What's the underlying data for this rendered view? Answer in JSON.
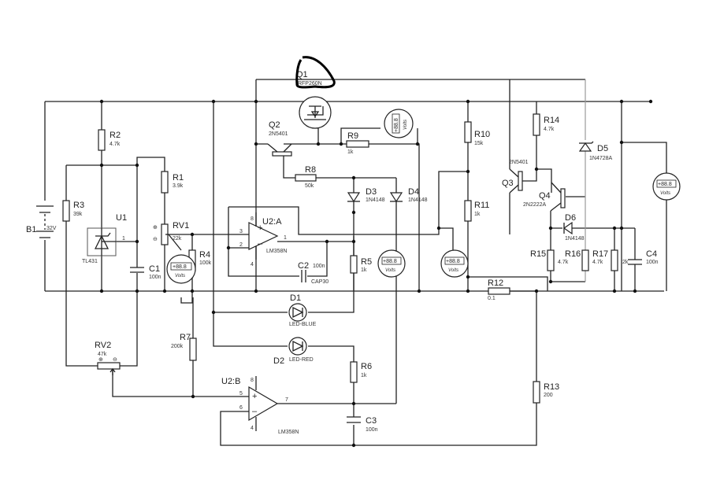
{
  "components": {
    "B1": {
      "ref": "B1",
      "value": "32V"
    },
    "R1": {
      "ref": "R1",
      "value": "3.9k"
    },
    "R2": {
      "ref": "R2",
      "value": "4.7k"
    },
    "R3": {
      "ref": "R3",
      "value": "39k"
    },
    "R4": {
      "ref": "R4",
      "value": "100k"
    },
    "R5": {
      "ref": "R5",
      "value": "1k"
    },
    "R6": {
      "ref": "R6",
      "value": "1k"
    },
    "R7": {
      "ref": "R7",
      "value": "200k"
    },
    "R8": {
      "ref": "R8",
      "value": "50k"
    },
    "R9": {
      "ref": "R9",
      "value": "1k"
    },
    "R10": {
      "ref": "R10",
      "value": "15k"
    },
    "R11": {
      "ref": "R11",
      "value": "1k"
    },
    "R12": {
      "ref": "R12",
      "value": "0.1"
    },
    "R13": {
      "ref": "R13",
      "value": "200"
    },
    "R14": {
      "ref": "R14",
      "value": "4.7k"
    },
    "R15": {
      "ref": "R15",
      "value": "4.7k"
    },
    "R16": {
      "ref": "R16",
      "value": "4.7k"
    },
    "R17": {
      "ref": "R17",
      "value": "2k"
    },
    "RV1": {
      "ref": "RV1",
      "value": "22k"
    },
    "RV2": {
      "ref": "RV2",
      "value": "47k"
    },
    "U1": {
      "ref": "U1",
      "value": "TL431"
    },
    "U2A": {
      "ref": "U2:A",
      "value": "LM358N"
    },
    "U2B": {
      "ref": "U2:B",
      "value": "LM358N"
    },
    "C1": {
      "ref": "C1",
      "value": "100n"
    },
    "C2": {
      "ref": "C2",
      "value": "100n",
      "model": "CAP30"
    },
    "C3": {
      "ref": "C3",
      "value": "100n"
    },
    "C4": {
      "ref": "C4",
      "value": "100n"
    },
    "D1": {
      "ref": "D1",
      "value": "LED-BLUE"
    },
    "D2": {
      "ref": "D2",
      "value": "LED-RED"
    },
    "D3": {
      "ref": "D3",
      "value": "1N4148"
    },
    "D4": {
      "ref": "D4",
      "value": "1N4148"
    },
    "D5": {
      "ref": "D5",
      "value": "1N4728A"
    },
    "D6": {
      "ref": "D6",
      "value": "1N4148"
    },
    "Q1": {
      "ref": "Q1",
      "value": "IRFP260N"
    },
    "Q2": {
      "ref": "Q2",
      "value": "2N5401"
    },
    "Q3": {
      "ref": "Q3",
      "value": "2N5401"
    },
    "Q4": {
      "ref": "Q4",
      "value": "2N2222A"
    }
  },
  "pins": {
    "p1": "1",
    "p2": "2",
    "p3": "3",
    "p4": "4",
    "p5": "5",
    "p6": "6",
    "p7": "7",
    "p8": "8"
  },
  "meter": {
    "reading": "+88.8",
    "unit": "Volts"
  }
}
